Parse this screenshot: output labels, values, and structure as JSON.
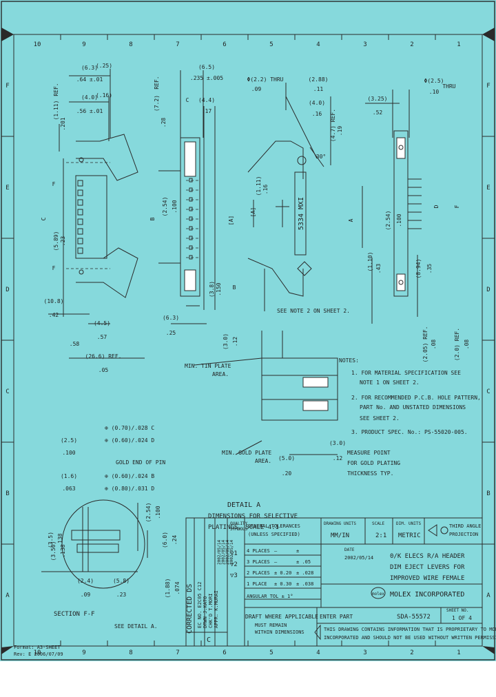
{
  "border": {
    "top_zones": [
      "10",
      "9",
      "8",
      "7",
      "6",
      "5",
      "4",
      "3",
      "2",
      "1"
    ],
    "bottom_zones": [
      "10",
      "9",
      "8",
      "7",
      "6",
      "5",
      "4",
      "3",
      "2",
      "1"
    ],
    "left_zones": [
      "F",
      "E",
      "D",
      "C",
      "B",
      "A"
    ],
    "right_zones": [
      "F",
      "E",
      "D",
      "C",
      "B",
      "A"
    ]
  },
  "left_view": {
    "dims": [
      "(6.3)",
      "(.25)",
      ".64 ±.01",
      "(4.0)",
      "(.16)",
      ".56 ±.01",
      "(1.11)",
      ".201",
      "REF.",
      "(5.89)",
      ".23",
      "(10.8)",
      ".42",
      "(4.5)",
      ".57",
      ".58",
      "(26.6) REF.",
      ".05",
      "C",
      "F",
      "F"
    ]
  },
  "front_view": {
    "dims": [
      "(6.5)",
      ".235 ±.005",
      "(4.4)",
      ".17",
      "(7.2)",
      ".28",
      "REF.",
      "C",
      "B",
      "(2.54)",
      ".100",
      "(3.8)",
      ".150",
      "[A]",
      "B"
    ]
  },
  "side_view": {
    "dims": [
      "Φ(2.2) THRU",
      ".09",
      "(2.88)",
      ".11",
      "(4.0)",
      ".16",
      "(4.7) REF.",
      ".19",
      "30°",
      "(1.11)",
      ".16",
      "[A]"
    ],
    "part_label": "5334 MXI",
    "note": "SEE NOTE 2 ON SHEET 2."
  },
  "right_view": {
    "dims": [
      "(3.25)",
      ".52",
      "Φ(2.5)",
      ".10",
      "THRU",
      "(2.54)",
      ".100",
      "D",
      "F",
      "A",
      "(1.10)",
      ".43",
      "(8.94)",
      ".35",
      "(2.05) REF.",
      ".08",
      "(2.0) REF.",
      ".08"
    ]
  },
  "detail": {
    "dims": [
      "(6.3)",
      ".25",
      "(3.0)",
      ".12",
      "(3.0)",
      ".12",
      "(5.0)",
      ".20"
    ],
    "min_tin": "MIN. TIN PLATE AREA.",
    "min_gold": "MIN. GOLD PLATE AREA.",
    "measure": [
      "MEASURE POINT",
      "FOR GOLD PLATING",
      "THICKNESS TYP."
    ],
    "title": "DETAIL A",
    "subtitle": [
      "DIMENSIONS FOR SELECTIVE",
      "PLATINGS, SCALE 4:1"
    ]
  },
  "notes": {
    "heading": "NOTES:",
    "items": [
      "1. FOR MATERIAL SPECIFICATION SEE",
      "NOTE 1 ON SHEET 2.",
      "2. FOR RECOMMENDED P.C.B. HOLE PATTERN,",
      "PART No. AND UNSTATED DIMENSIONS",
      "SEE SHEET 2.",
      "3. PRODUCT SPEC. No.: PS-55020-005."
    ]
  },
  "section": {
    "tolerances": [
      "⊕ (0.70)/.028 C",
      "⊕ (0.60)/.024 D",
      "⊕ (0.60)/.024 B",
      "⊕ (0.80)/.031 D"
    ],
    "dims": [
      "(2.5)",
      ".100",
      "(1.6)",
      ".063",
      "(3.5)",
      ".138",
      "(3.50)",
      ".138",
      "(2.4)",
      ".09",
      "(5.8)",
      ".23",
      "(2.54)",
      ".100",
      "(6.0)",
      ".24",
      "(1.88)",
      ".074"
    ],
    "gold_label": "GOLD END OF PIN",
    "title": "SECTION F-F",
    "see_detail": "SEE DETAIL A."
  },
  "title_block": {
    "revision_vertical": "CORRECTED DS",
    "ecn": [
      "EC NO. E2C05 C12",
      "DRWN J.KATO",
      "CHK'D T.MORI",
      "APPR. K.MURAI"
    ],
    "dates": [
      "2002/05/14",
      "2002/05/14",
      "2002/05/14",
      "2002/05/14"
    ],
    "gen_tol": [
      "GENERAL TOLERANCES",
      "(UNLESS SPECIFIED)"
    ],
    "drawing_units": [
      "DRAWING UNITS",
      "MM/IN"
    ],
    "scale": [
      "SCALE",
      "2:1"
    ],
    "dim_units": [
      "DIM. UNITS",
      "METRIC"
    ],
    "third_angle": [
      "THIRD ANGLE",
      "PROJECTION"
    ],
    "quality_symbols": [
      "QUALITY",
      "SYMBOLS"
    ],
    "places": [
      [
        "4 PLACES",
        "—",
        "±"
      ],
      [
        "3 PLACES",
        "—",
        "± .05"
      ],
      [
        "2 PLACES",
        "± 0.20",
        "± .028"
      ],
      [
        "1 PLACE",
        "± 0.30",
        "± .038"
      ]
    ],
    "angular": "ANGULAR TOL ± 1°",
    "date_label": "DATE",
    "date_value": "2002/05/14",
    "description": [
      "0/K ELECS R/A HEADER",
      "DIM EJECT LEVERS FOR",
      "IMPROVED WIRE FEMALE"
    ],
    "company": "MOLEX INCORPORATED",
    "logo": "molex",
    "draft": "DRAFT WHERE APPLICABLE",
    "draft_sub": [
      "MUST REMAIN",
      "WITHIN DIMENSIONS"
    ],
    "enter_part": "ENTER PART",
    "doc_number": "SDA-55572",
    "sheet_label": "SHEET NO.",
    "sheet": "1 OF 4",
    "disclaimer": [
      "THIS DRAWING CONTAINS INFORMATION THAT IS PROPRIETARY TO MOLEX",
      "INCORPORATED AND SHOULD NOT BE USED WITHOUT WRITTEN PERMISSION"
    ],
    "rev_letter": "C",
    "gdt_marks": [
      "▽1",
      "▽2",
      "▽3"
    ]
  },
  "footer": {
    "format": "Format: A3-SHEET",
    "rev": "Rev: E 2006/07/09"
  }
}
